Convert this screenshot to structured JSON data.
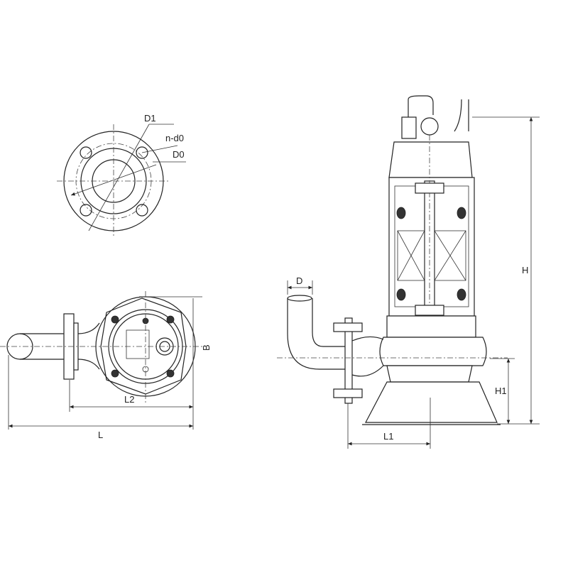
{
  "flange_view": {
    "labels": {
      "d1": "D1",
      "n_d0": "n-d0",
      "d0": "D0"
    }
  },
  "top_view": {
    "labels": {
      "b": "B",
      "l2": "L2",
      "l": "L"
    }
  },
  "side_view": {
    "labels": {
      "d": "D",
      "h": "H",
      "h1": "H1",
      "l1": "L1"
    }
  },
  "colors": {
    "line": "#222222",
    "background": "#ffffff"
  }
}
